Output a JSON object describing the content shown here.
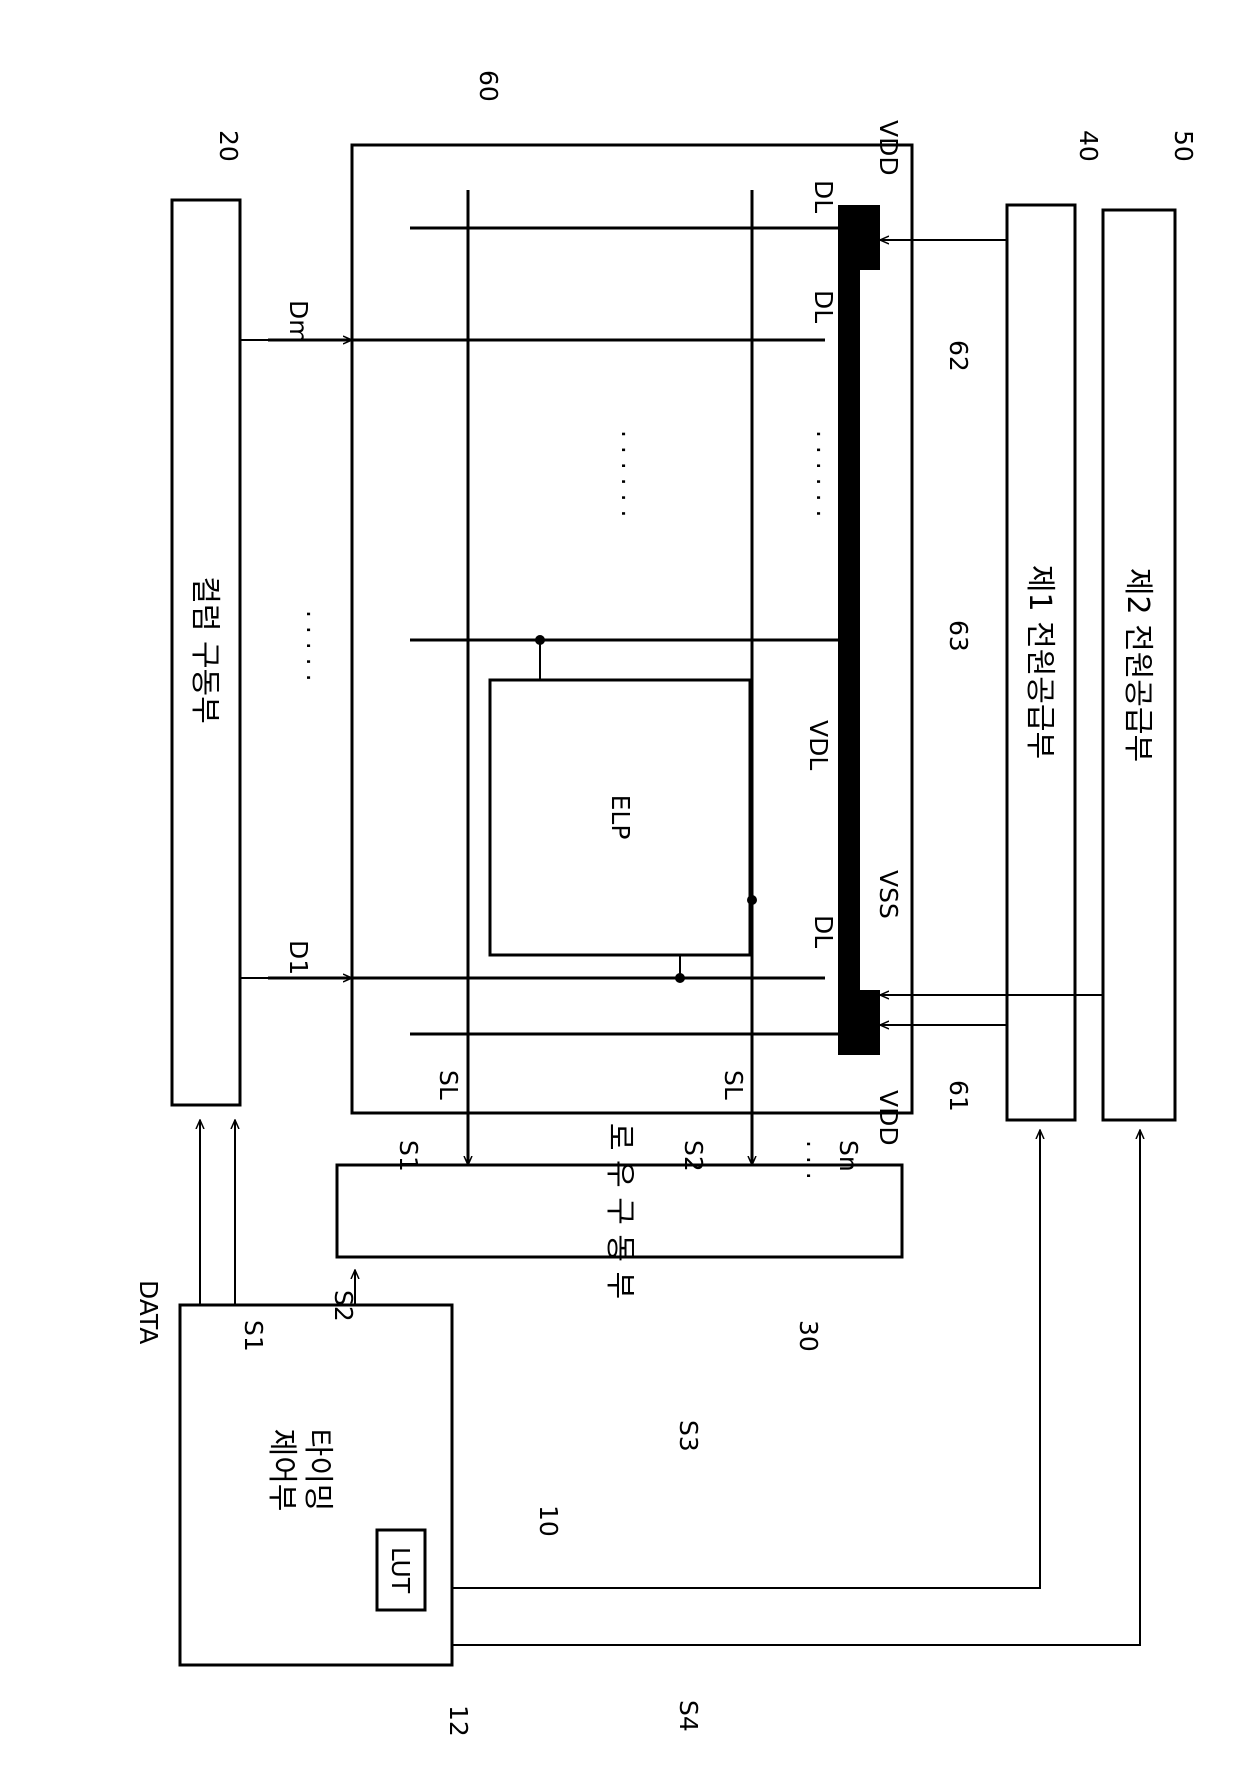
{
  "blocks": {
    "timing": "타이밍\n제어부",
    "lut": "LUT",
    "column": "컬럼 구동부",
    "row": "로 우 구 동 부",
    "power1": "제1 전원공급부",
    "power2": "제2 전원공급부",
    "elp": "ELP"
  },
  "refs": {
    "r10": "10",
    "r12": "12",
    "r20": "20",
    "r30": "30",
    "r40": "40",
    "r50": "50",
    "r60": "60",
    "r61": "61",
    "r62": "62",
    "r63": "63"
  },
  "signals": {
    "data": "DATA",
    "s1": "S1",
    "s2": "S2",
    "s3": "S3",
    "s4": "S4",
    "d1": "D1",
    "dm": "Dm",
    "vdd": "VDD",
    "vss": "VSS",
    "row_s1": "S1",
    "row_s2": "S2",
    "row_sn": "Sn",
    "sl": "SL",
    "dl": "DL",
    "vdl": "VDL",
    "dots_col": "· · · · ·",
    "dots_panel": "· · · · · ·",
    "dots_row": "· · ·"
  }
}
